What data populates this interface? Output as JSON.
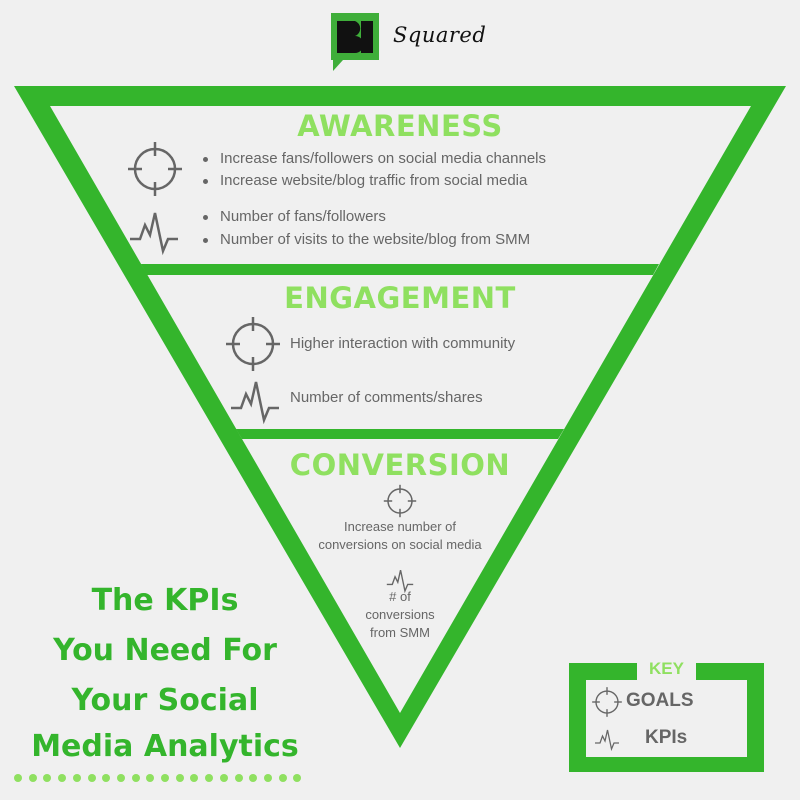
{
  "colors": {
    "background": "#f0f0f0",
    "funnel_green": "#34b52c",
    "heading_green": "#8fe060",
    "body_text": "#666666",
    "icon_stroke": "#666666",
    "logo_text": "#111111"
  },
  "logo": {
    "mark": "BI",
    "text": "Squared",
    "icon": "speech-bubble-logo-icon"
  },
  "funnel": {
    "sections": [
      {
        "heading": "AWARENESS",
        "goals_icon": "crosshair-target-icon",
        "goals": [
          "Increase fans/followers on social media channels",
          "Increase website/blog traffic from social media"
        ],
        "kpis_icon": "pulse-line-icon",
        "kpis": [
          "Number of fans/followers",
          "Number of visits to the website/blog from SMM"
        ]
      },
      {
        "heading": "ENGAGEMENT",
        "goals_icon": "crosshair-target-icon",
        "goals": [
          "Higher interaction with community"
        ],
        "kpis_icon": "pulse-line-icon",
        "kpis": [
          "Number of comments/shares"
        ]
      },
      {
        "heading": "CONVERSION",
        "goals_icon": "crosshair-target-icon",
        "goals": [
          "Increase number of",
          "conversions on social media"
        ],
        "kpis_icon": "pulse-line-icon",
        "kpis": [
          "# of",
          "conversions",
          "from SMM"
        ]
      }
    ]
  },
  "title": {
    "lines": [
      "The KPIs",
      "You Need For",
      "Your Social",
      "Media Analytics"
    ],
    "dot_count": 20
  },
  "key": {
    "label": "KEY",
    "items": [
      {
        "icon": "crosshair-target-icon",
        "label": "GOALS"
      },
      {
        "icon": "pulse-line-icon",
        "label": "KPIs"
      }
    ]
  }
}
